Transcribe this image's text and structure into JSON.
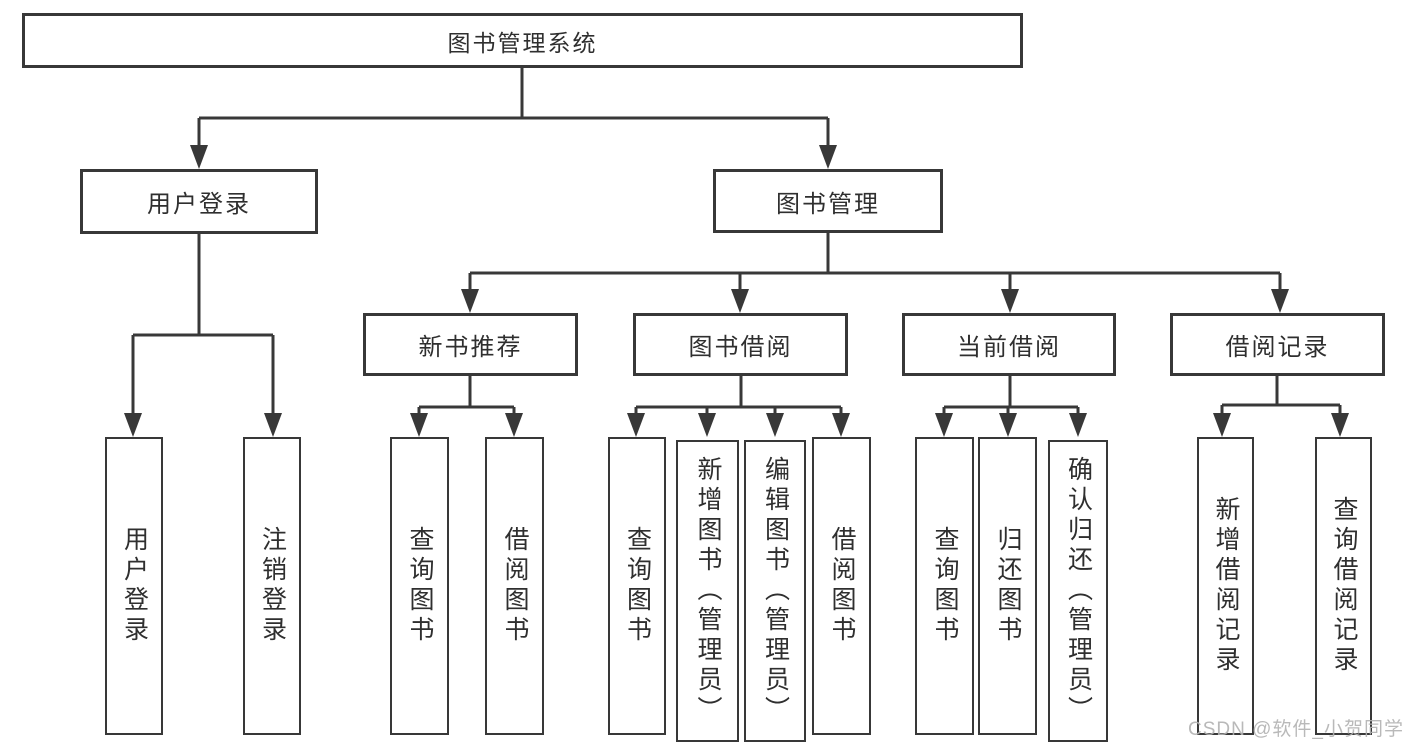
{
  "diagram_title": "图书管理系统",
  "colors": {
    "line": "#383838",
    "box_border": "#383838",
    "text": "#2f2f2f",
    "watermark": "#b2b2b2",
    "background": "#ffffff"
  },
  "tree": {
    "label": "图书管理系统",
    "children": [
      {
        "label": "用户登录",
        "children": [
          {
            "label": "用户登录"
          },
          {
            "label": "注销登录"
          }
        ]
      },
      {
        "label": "图书管理",
        "children": [
          {
            "label": "新书推荐",
            "children": [
              {
                "label": "查询图书"
              },
              {
                "label": "借阅图书"
              }
            ]
          },
          {
            "label": "图书借阅",
            "children": [
              {
                "label": "查询图书"
              },
              {
                "label": "新增图书（管理员）"
              },
              {
                "label": "编辑图书（管理员）"
              },
              {
                "label": "借阅图书"
              }
            ]
          },
          {
            "label": "当前借阅",
            "children": [
              {
                "label": "查询图书"
              },
              {
                "label": "归还图书"
              },
              {
                "label": "确认归还（管理员）"
              }
            ]
          },
          {
            "label": "借阅记录",
            "children": [
              {
                "label": "新增借阅记录"
              },
              {
                "label": "查询借阅记录"
              }
            ]
          }
        ]
      }
    ]
  },
  "watermark": {
    "text": "CSDN @软件_小贺同学"
  }
}
